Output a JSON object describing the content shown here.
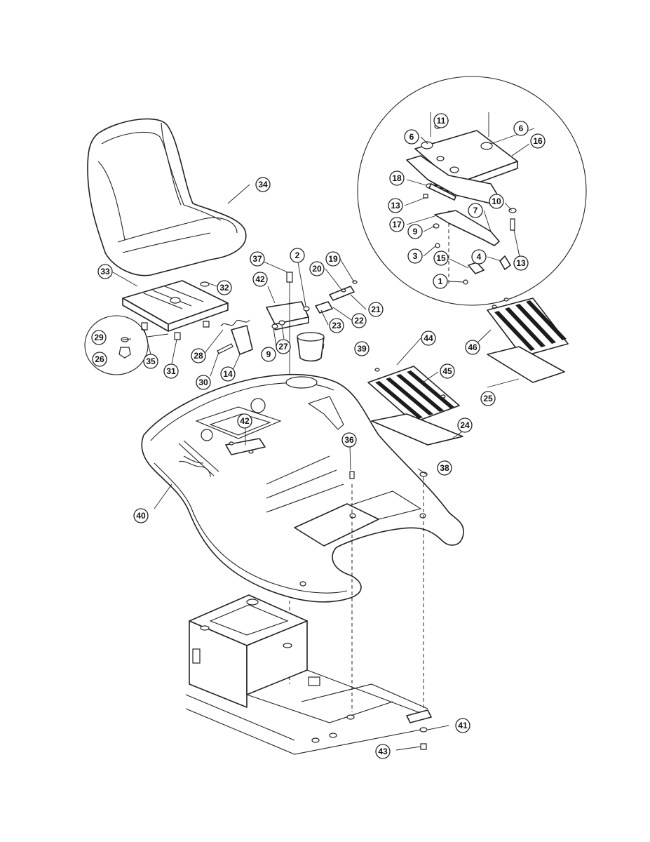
{
  "callouts": [
    {
      "id": "c1",
      "label": "1"
    },
    {
      "id": "c2",
      "label": "2"
    },
    {
      "id": "c3",
      "label": "3"
    },
    {
      "id": "c4",
      "label": "4"
    },
    {
      "id": "c6a",
      "label": "6"
    },
    {
      "id": "c6b",
      "label": "6"
    },
    {
      "id": "c7",
      "label": "7"
    },
    {
      "id": "c9a",
      "label": "9"
    },
    {
      "id": "c9b",
      "label": "9"
    },
    {
      "id": "c10",
      "label": "10"
    },
    {
      "id": "c11",
      "label": "11"
    },
    {
      "id": "c13a",
      "label": "13"
    },
    {
      "id": "c13b",
      "label": "13"
    },
    {
      "id": "c14",
      "label": "14"
    },
    {
      "id": "c15",
      "label": "15"
    },
    {
      "id": "c16",
      "label": "16"
    },
    {
      "id": "c17",
      "label": "17"
    },
    {
      "id": "c18",
      "label": "18"
    },
    {
      "id": "c19",
      "label": "19"
    },
    {
      "id": "c20",
      "label": "20"
    },
    {
      "id": "c21",
      "label": "21"
    },
    {
      "id": "c22",
      "label": "22"
    },
    {
      "id": "c23",
      "label": "23"
    },
    {
      "id": "c24",
      "label": "24"
    },
    {
      "id": "c25",
      "label": "25"
    },
    {
      "id": "c26",
      "label": "26"
    },
    {
      "id": "c27",
      "label": "27"
    },
    {
      "id": "c28",
      "label": "28"
    },
    {
      "id": "c29",
      "label": "29"
    },
    {
      "id": "c30",
      "label": "30"
    },
    {
      "id": "c31",
      "label": "31"
    },
    {
      "id": "c32",
      "label": "32"
    },
    {
      "id": "c33",
      "label": "33"
    },
    {
      "id": "c34",
      "label": "34"
    },
    {
      "id": "c35",
      "label": "35"
    },
    {
      "id": "c36",
      "label": "36"
    },
    {
      "id": "c37",
      "label": "37"
    },
    {
      "id": "c38",
      "label": "38"
    },
    {
      "id": "c39",
      "label": "39"
    },
    {
      "id": "c40",
      "label": "40"
    },
    {
      "id": "c41",
      "label": "41"
    },
    {
      "id": "c42a",
      "label": "42"
    },
    {
      "id": "c42b",
      "label": "42"
    },
    {
      "id": "c43",
      "label": "43"
    },
    {
      "id": "c44",
      "label": "44"
    },
    {
      "id": "c45",
      "label": "45"
    },
    {
      "id": "c46",
      "label": "46"
    }
  ],
  "colors": {
    "line": "#222222",
    "background": "#ffffff"
  }
}
